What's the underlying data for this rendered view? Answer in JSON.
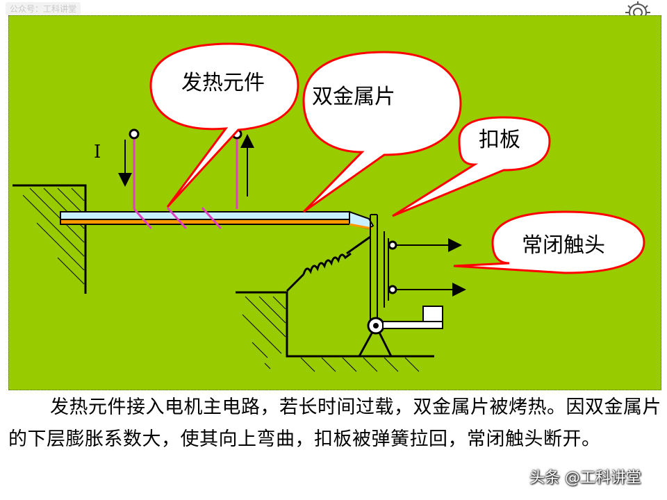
{
  "watermark": "公众号：工科讲堂",
  "diagram": {
    "current_label": "I",
    "labels": {
      "heating_element": "发热元件",
      "bimetal": "双金属片",
      "latch_plate": "扣板",
      "nc_contact": "常闭触头"
    },
    "colors": {
      "background": "#99cc00",
      "bubble_fill": "#ffffff",
      "bubble_border": "#ff0000",
      "heater_wire": "#e040c0",
      "bimetal_top": "#c8f0ff",
      "bimetal_bottom": "#ff9900"
    }
  },
  "caption": "发热元件接入电机主电路，若长时间过载，双金属片被烤热。因双金属片的下层膨胀系数大，使其向上弯曲，扣板被弹簧拉回，常闭触头断开。",
  "brand": "头条 @工科讲堂"
}
